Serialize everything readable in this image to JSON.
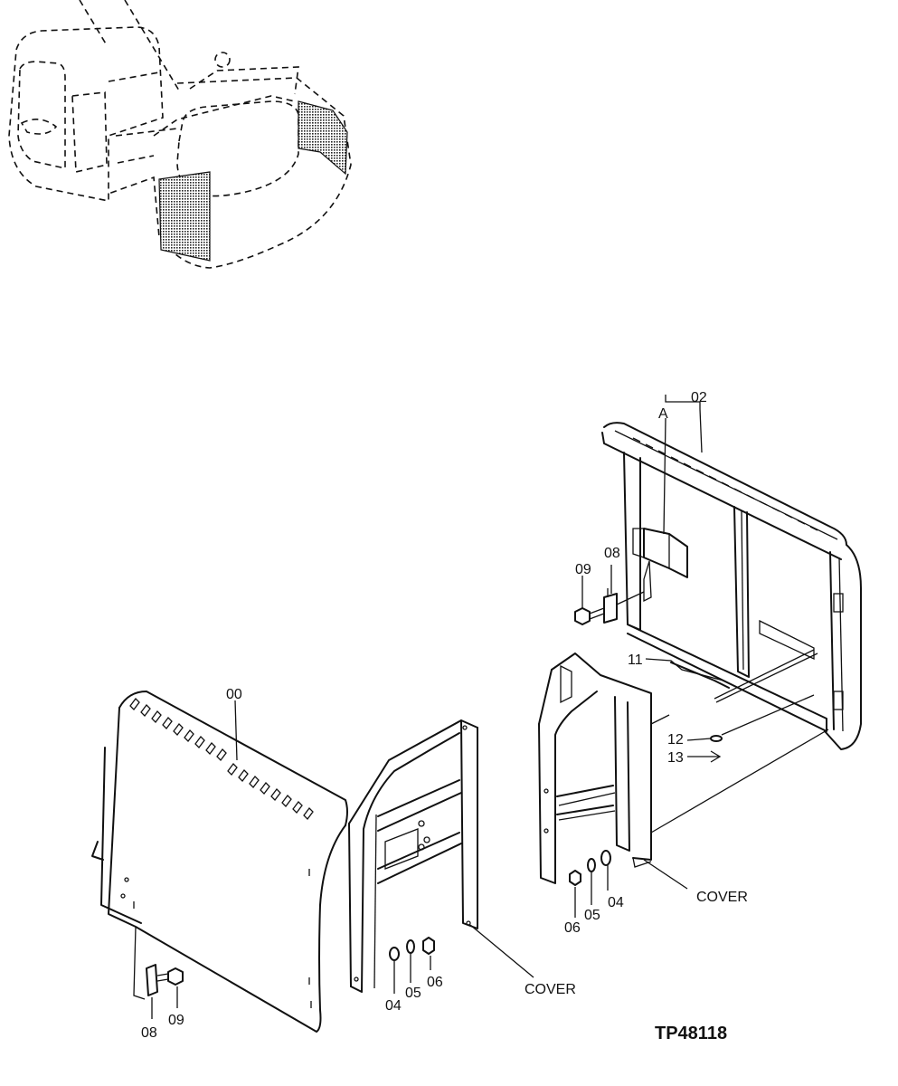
{
  "drawing_code": "TP48118",
  "labels": {
    "part_00": "00",
    "part_02": "02",
    "detail_a": "A",
    "right_08": "08",
    "right_09": "09",
    "part_11": "11",
    "part_12": "12",
    "part_13": "13",
    "right_04": "04",
    "right_05": "05",
    "right_06": "06",
    "right_cover": "COVER",
    "left_04": "04",
    "left_05": "05",
    "left_06": "06",
    "left_cover": "COVER",
    "left_08": "08",
    "left_09": "09"
  }
}
